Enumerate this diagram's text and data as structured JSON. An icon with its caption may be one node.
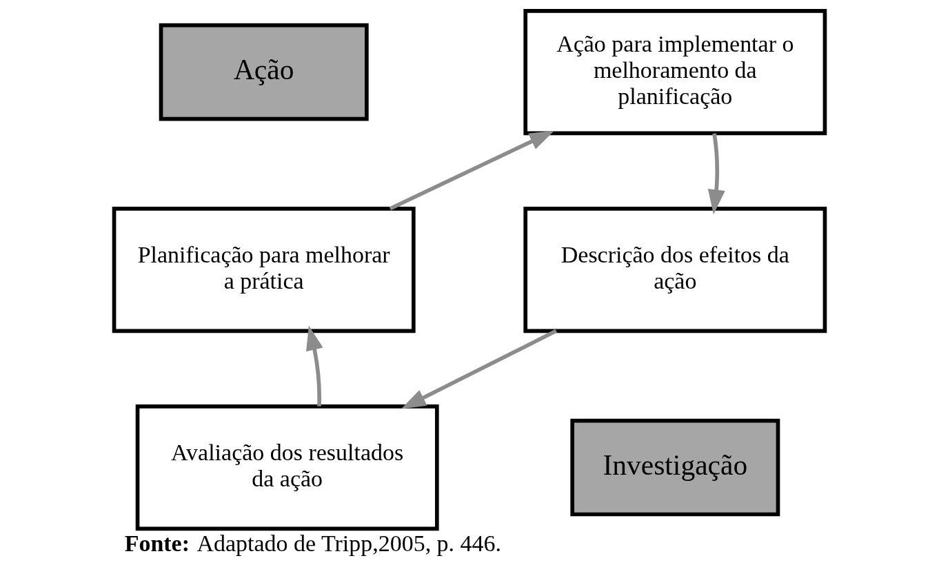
{
  "diagram": {
    "caption": "**Fonte:** Adaptado de Tripp,2005, p. 446.",
    "nodes": [
      {
        "text": [
          "Ação"
        ]
      },
      {
        "text": [
          "Planificação para melhorar a prática"
        ]
      },
      {
        "text": [
          "Ação para implementar o melhoramento da planificação"
        ]
      },
      {
        "text": [
          "Descrição dos efeitos da ação"
        ]
      },
      {
        "text": [
          "Avaliação dos resultados da ação"
        ]
      },
      {
        "text": [
          "Investigação"
        ]
      }
    ],
    "edges": [
      {
        "from": 1,
        "to": 2,
        "arrow": "to"
      },
      {
        "from": 2,
        "to": 3,
        "arrow": "to"
      },
      {
        "from": 3,
        "to": 4,
        "arrow": "to"
      },
      {
        "from": 4,
        "to": 1,
        "arrow": "to"
      }
    ]
  }
}
